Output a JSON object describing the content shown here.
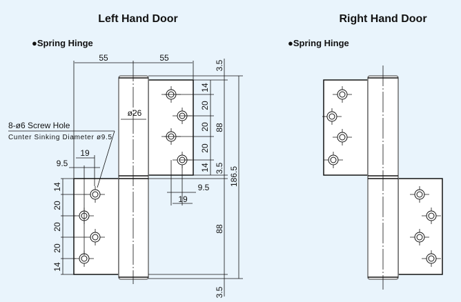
{
  "left": {
    "title": "Left Hand Door",
    "subtitle": "●Spring Hinge",
    "dims": {
      "width_left": "55",
      "width_right": "55",
      "top_gap": "3.5",
      "upper_14a": "14",
      "upper_20a": "20",
      "upper_20b": "20",
      "upper_20c": "20",
      "upper_14b": "14",
      "upper_88": "88",
      "mid_gap": "3.5",
      "total": "186.5",
      "barrel_dia": "ø26",
      "upper_9_5": "9.5",
      "upper_19": "19",
      "lower_19": "19",
      "lower_9_5": "9.5",
      "lower_14a": "14",
      "lower_20a": "20",
      "lower_20b": "20",
      "lower_20c": "20",
      "lower_14b": "14",
      "lower_88": "88",
      "bottom_gap": "3.5"
    },
    "note_line1": "8-ø6 Screw Hole",
    "note_line2": "Cunter Sinking Diameter ø9.5"
  },
  "right": {
    "title": "Right Hand Door",
    "subtitle": "●Spring Hinge"
  }
}
